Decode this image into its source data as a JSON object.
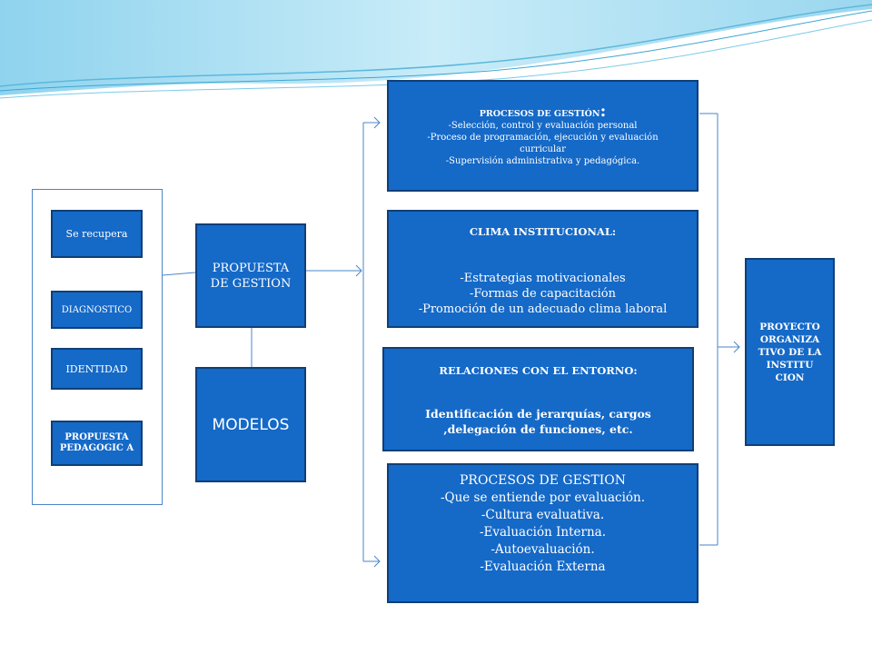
{
  "left_items": [
    {
      "label": "Se  recupera"
    },
    {
      "label": "DIAGNOSTICO"
    },
    {
      "label": "IDENTIDAD"
    },
    {
      "label": "PROPUESTA PEDAGOGIC A"
    }
  ],
  "propuesta": {
    "label": "PROPUESTA DE GESTION"
  },
  "modelos": {
    "label": "MODELOS"
  },
  "procesos_gestion_1": {
    "title": "PROCESOS DE GESTIÓN",
    "colon": ":",
    "lines": [
      "-Selección, control y evaluación personal",
      "-Proceso de programación, ejecución y evaluación curricular",
      "-Supervisión administrativa y pedagógica."
    ]
  },
  "clima": {
    "title": "CLIMA INSTITUCIONAL:",
    "lines": [
      "-Estrategias motivacionales",
      "-Formas de capacitación",
      "-Promoción de un adecuado clima laboral"
    ]
  },
  "relaciones": {
    "title": "RELACIONES CON EL ENTORNO:",
    "lines": [
      "Identificación de jerarquías, cargos",
      ",delegación de funciones, etc."
    ]
  },
  "procesos_gestion_2": {
    "title": "PROCESOS DE GESTION",
    "lines": [
      "-Que se entiende por evaluación.",
      "-Cultura evaluativa.",
      "-Evaluación Interna.",
      "-Autoevaluación.",
      "-Evaluación Externa"
    ]
  },
  "proyecto": {
    "label": "PROYECTO ORGANIZA TIVO DE LA INSTITU CION"
  }
}
